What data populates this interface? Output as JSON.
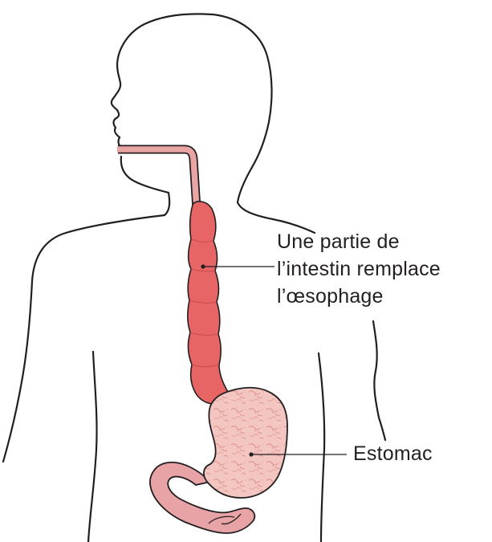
{
  "labels": {
    "intestin_line1": "Une partie de",
    "intestin_line2": "l’intestin remplace",
    "intestin_line3": "l’œsophage",
    "estomac": "Estomac"
  },
  "colors": {
    "outline": "#231f20",
    "oesophagus_tube": "#e9a5a3",
    "intestine_segment": "#e86566",
    "stomach_fill": "#f2c4c0",
    "stomach_texture": "#e39b97",
    "duodenum": "#e8a3a6"
  }
}
